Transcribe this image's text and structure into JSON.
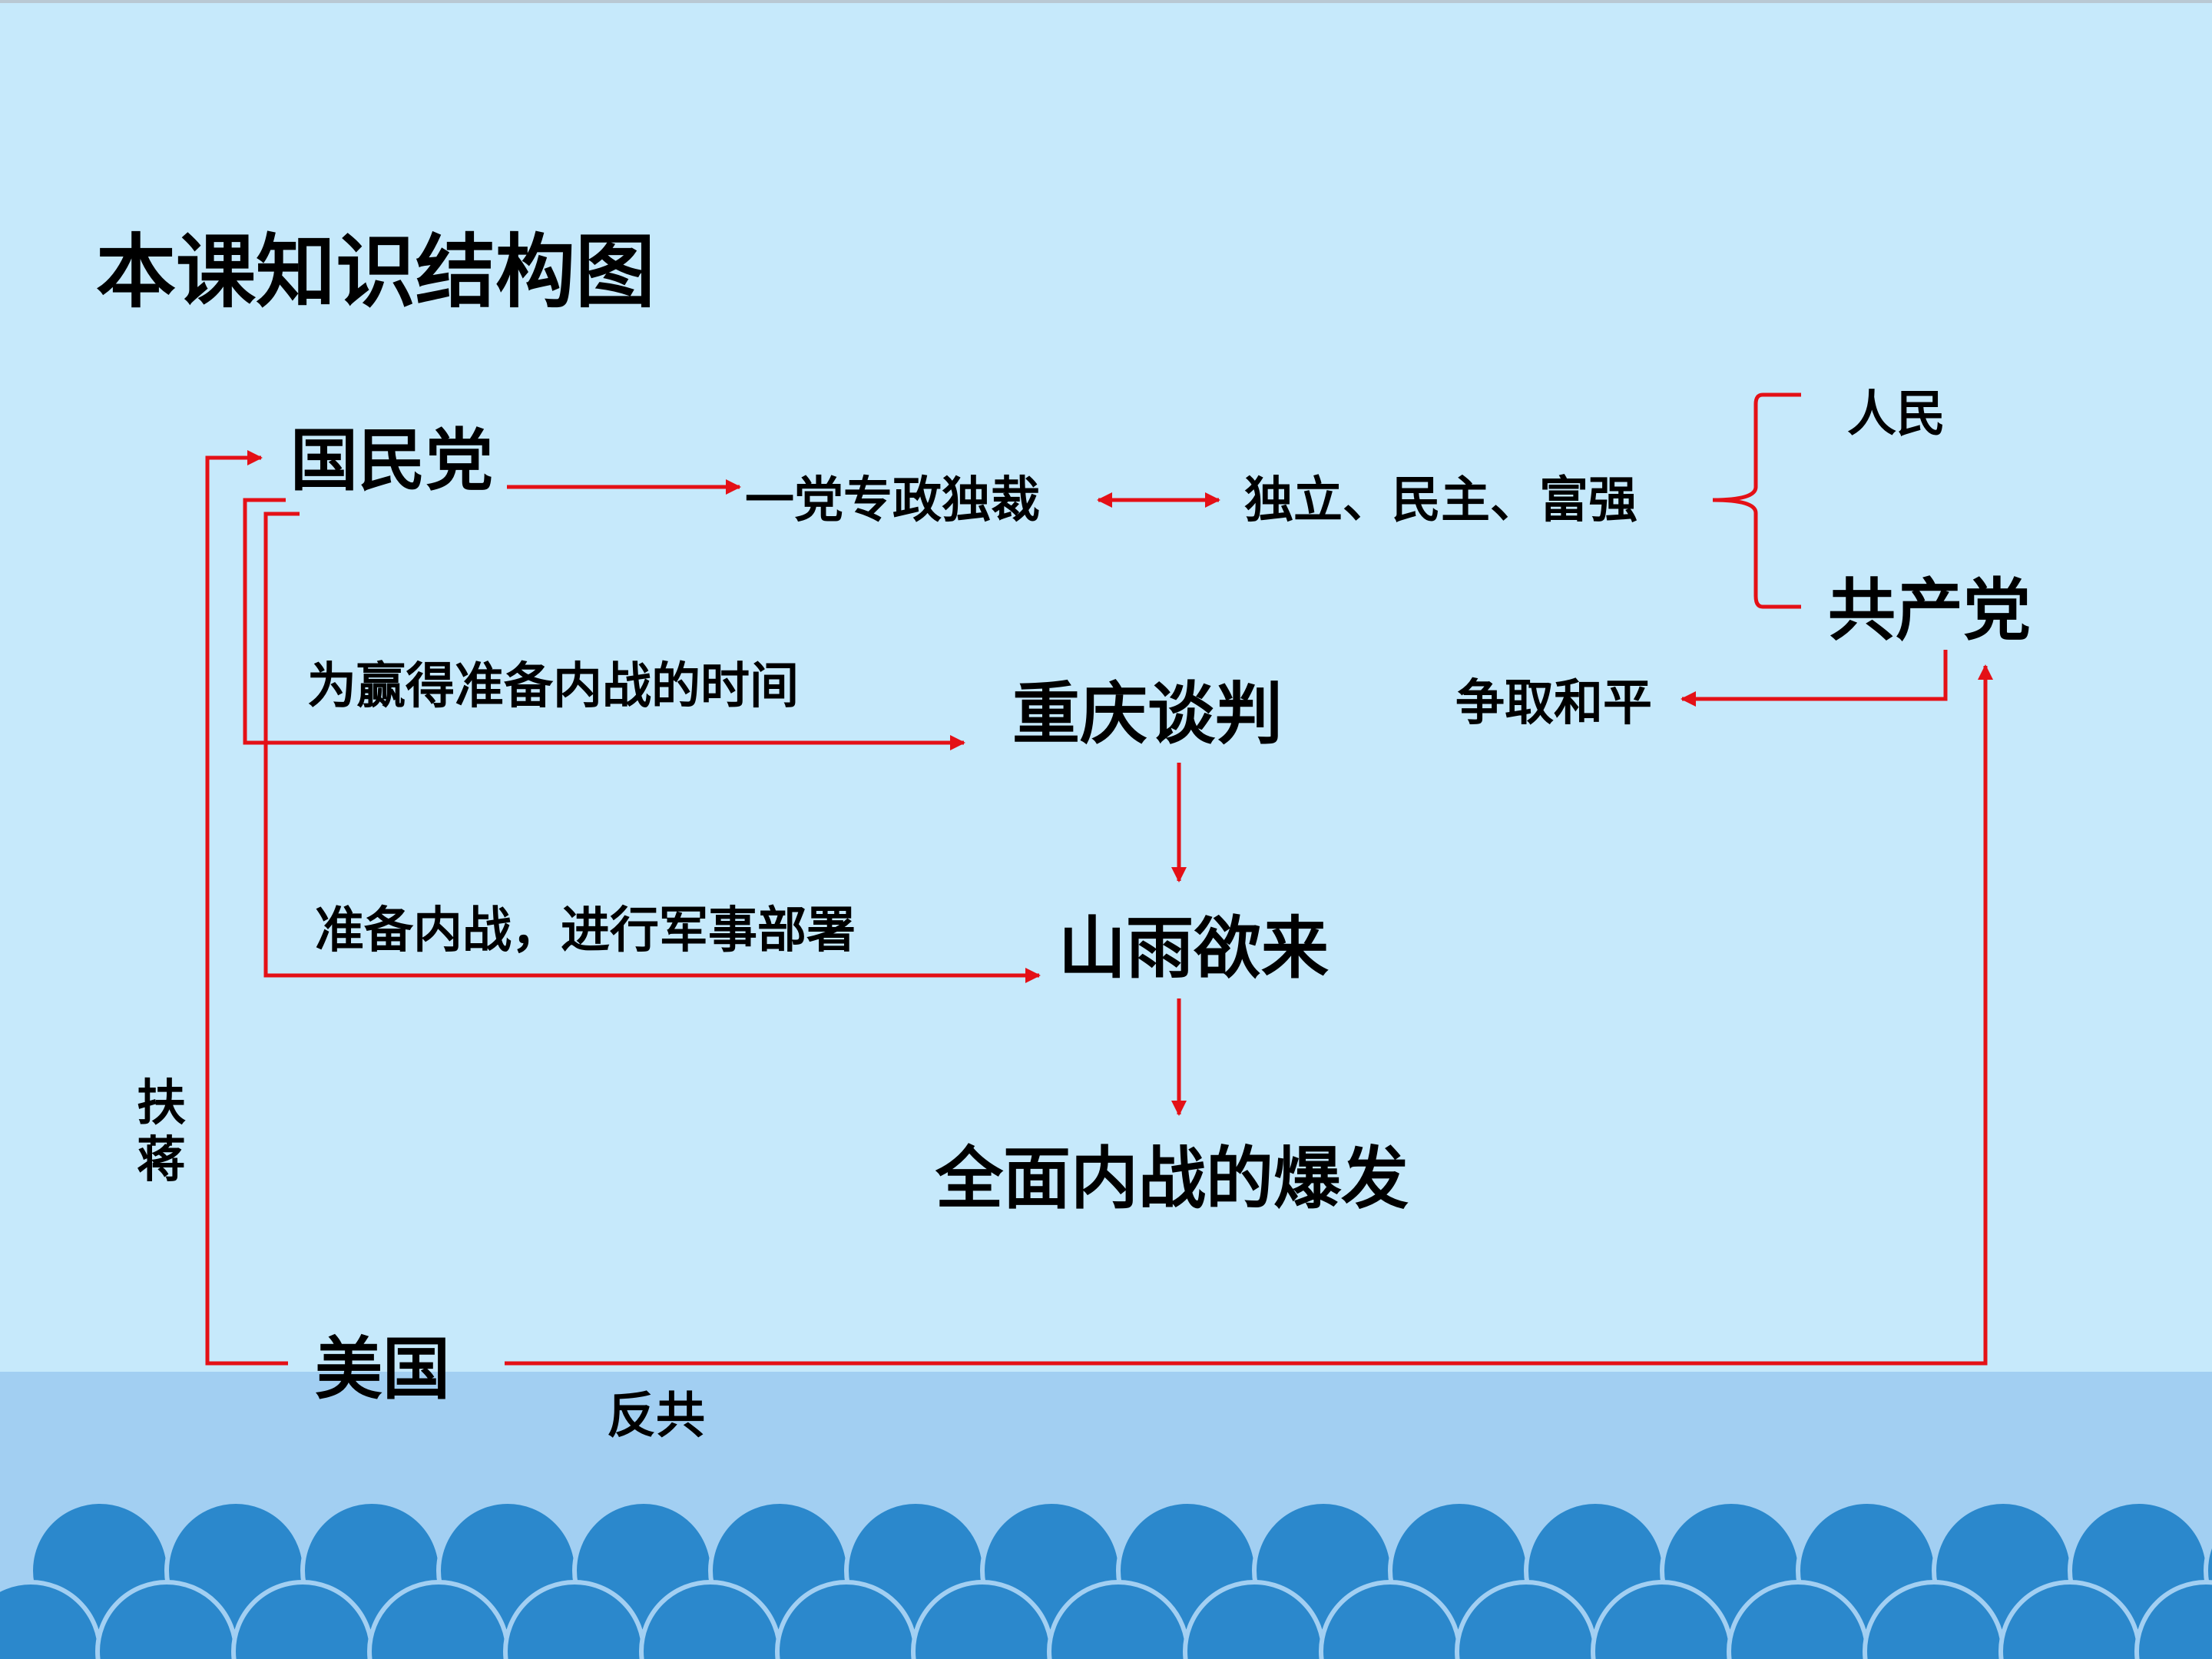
{
  "slide": {
    "title": "本课知识结构图",
    "nodes": {
      "kmt": "国民党",
      "one_party": "一党专政独裁",
      "goals": "独立、民主、富强",
      "people": "人民",
      "ccp": "共产党",
      "chongqing": "重庆谈判",
      "strive_peace": "争取和平",
      "storm_coming": "山雨欲来",
      "civil_war": "全面内战的爆发",
      "usa": "美国"
    },
    "edge_labels": {
      "gain_time": "为赢得准备内战的时间",
      "prepare_war": "准备内战，进行军事部署",
      "support_chiang": "扶\n蒋",
      "anti_communist": "反共"
    }
  },
  "colors": {
    "background": "#c6e9fb",
    "band": "#a2cff2",
    "waves": "#2b88cc",
    "arrows": "#e41016",
    "text": "#000000"
  }
}
